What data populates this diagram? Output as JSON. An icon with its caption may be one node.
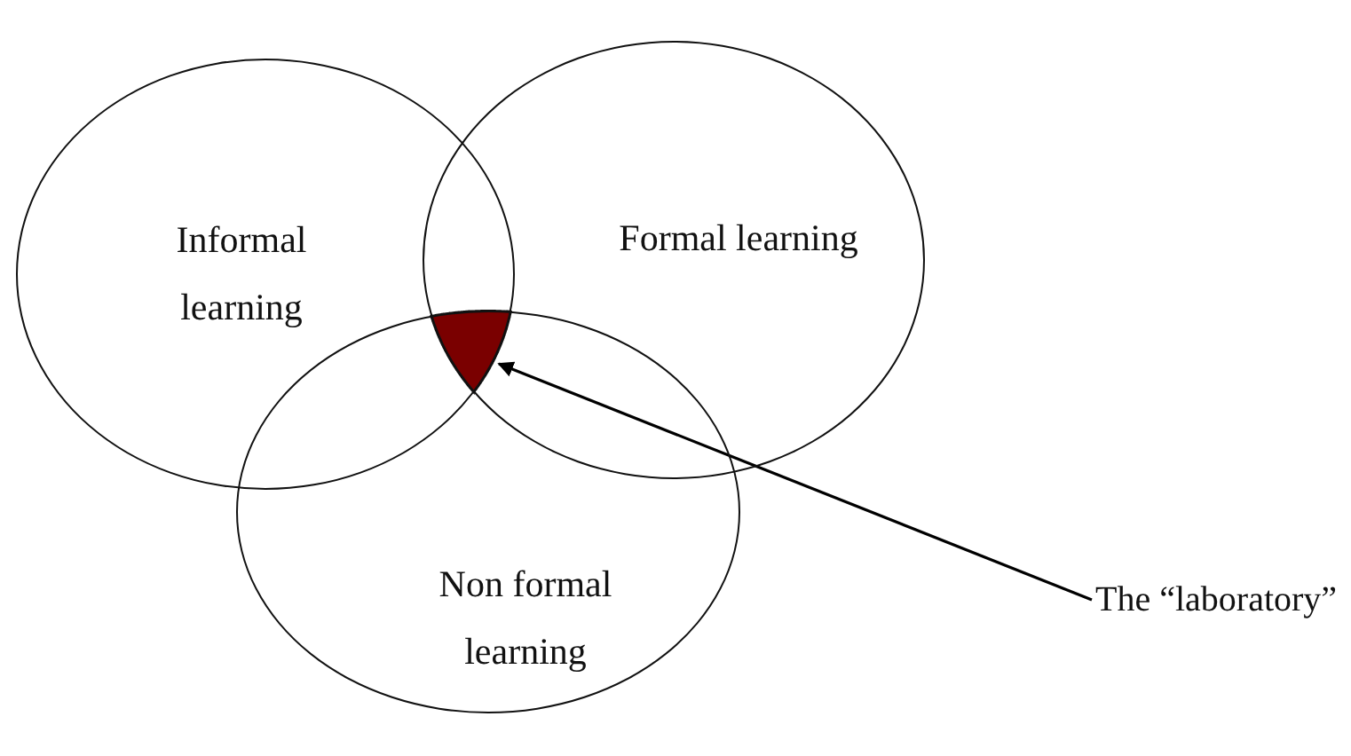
{
  "diagram": {
    "nodes": [
      {
        "text": [
          "Informal learning"
        ]
      },
      {
        "text": [
          "Formal learning"
        ]
      },
      {
        "text": [
          "Non formal learning"
        ]
      },
      {
        "text": [],
        "shape": "triangle"
      },
      {
        "text": [
          "The “laboratory”"
        ]
      }
    ],
    "edges": [
      {
        "from": 4,
        "to": 3,
        "arrow": "to"
      }
    ]
  }
}
